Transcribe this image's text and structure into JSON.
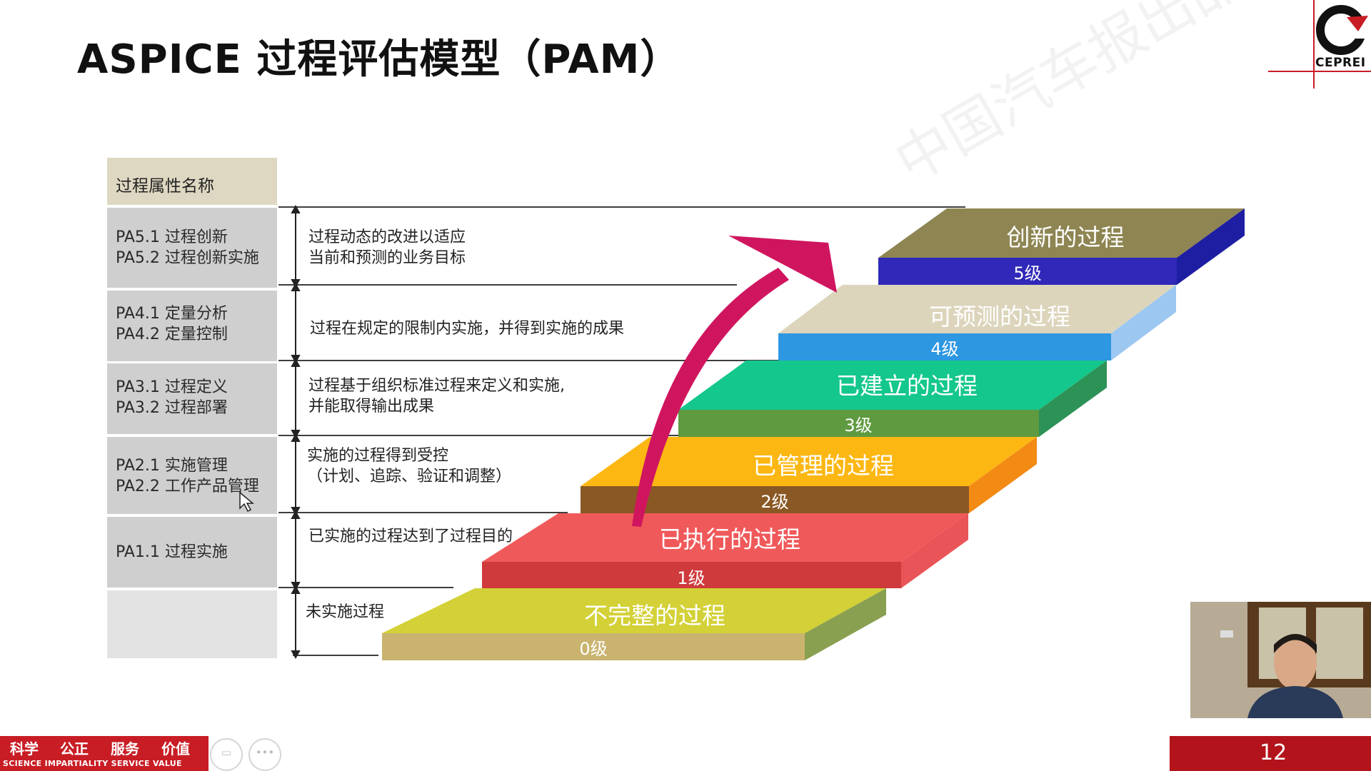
{
  "title": "ASPICE 过程评估模型（PAM）",
  "logo": {
    "text": "CEPREI",
    "accent": "#c81d25"
  },
  "table_header": "过程属性名称",
  "rows": [
    {
      "pa_line1": "PA5.1 过程创新",
      "pa_line2": "PA5.2 过程创新实施",
      "desc_line1": "过程动态的改进以适应",
      "desc_line2": "当前和预测的业务目标"
    },
    {
      "pa_line1": "PA4.1 定量分析",
      "pa_line2": "PA4.2 定量控制",
      "desc_line1": "过程在规定的限制内实施，并得到实施的成果",
      "desc_line2": ""
    },
    {
      "pa_line1": "PA3.1 过程定义",
      "pa_line2": "PA3.2 过程部署",
      "desc_line1": "过程基于组织标准过程来定义和实施,",
      "desc_line2": "并能取得输出成果"
    },
    {
      "pa_line1": "PA2.1 实施管理",
      "pa_line2": "PA2.2 工作产品管理",
      "desc_line1": "实施的过程得到受控",
      "desc_line2": "（计划、追踪、验证和调整）"
    },
    {
      "pa_line1": "PA1.1 过程实施",
      "pa_line2": "",
      "desc_line1": "已实施的过程达到了过程目的",
      "desc_line2": ""
    },
    {
      "pa_line1": "",
      "pa_line2": "",
      "desc_line1": "未实施过程",
      "desc_line2": ""
    }
  ],
  "steps": [
    {
      "title": "不完整的过程",
      "level": "0级",
      "top_color": "#d3d137",
      "front_color": "#c9b36f",
      "side_color": "#8aa051"
    },
    {
      "title": "已执行的过程",
      "level": "1级",
      "top_color": "#f0595a",
      "front_color": "#cf3a3c",
      "side_color": "#e95458"
    },
    {
      "title": "已管理的过程",
      "level": "2级",
      "top_color": "#fcb713",
      "front_color": "#8a5824",
      "side_color": "#f28a14"
    },
    {
      "title": "已建立的过程",
      "level": "3级",
      "top_color": "#14c78c",
      "front_color": "#5f9a40",
      "side_color": "#2d9256"
    },
    {
      "title": "可预测的过程",
      "level": "4级",
      "top_color": "#dcd5bc",
      "front_color": "#2d97e2",
      "side_color": "#9cc7f0"
    },
    {
      "title": "创新的过程",
      "level": "5级",
      "top_color": "#8e8552",
      "front_color": "#2f28b8",
      "side_color": "#1e1ea2"
    }
  ],
  "arrow_color": "#d0155f",
  "watermark": "中国汽车报出品，未经授权严禁盗用及转载视频",
  "footer": {
    "slogans": [
      "科学",
      "公正",
      "服务",
      "价值"
    ],
    "slogan_en": "SCIENCE IMPARTIALITY SERVICE VALUE",
    "page_number": "12"
  }
}
